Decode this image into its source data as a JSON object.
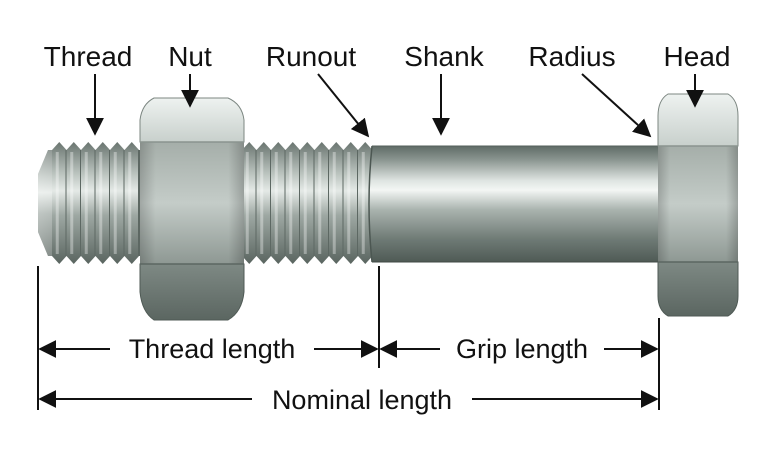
{
  "labels": {
    "thread": "Thread",
    "nut": "Nut",
    "runout": "Runout",
    "shank": "Shank",
    "radius": "Radius",
    "head": "Head"
  },
  "dimensions": {
    "thread_length": "Thread length",
    "grip_length": "Grip length",
    "nominal_length": "Nominal length"
  },
  "colors": {
    "steel_dark": "#6b7872",
    "steel_mid": "#a4aea9",
    "steel_light": "#e6ebe8",
    "line": "#111111"
  }
}
